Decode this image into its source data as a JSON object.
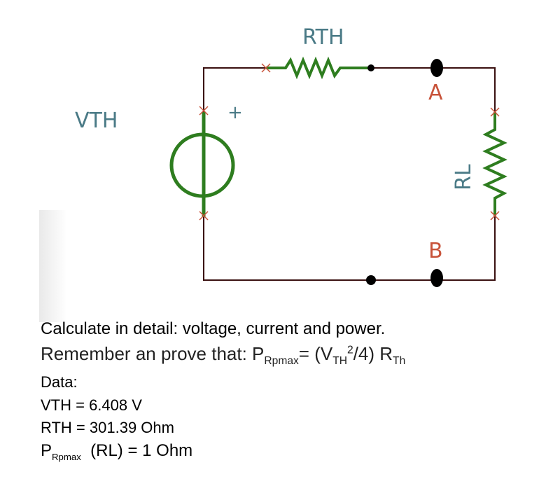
{
  "circuit": {
    "labels": {
      "rth": "RTH",
      "vth": "VTH",
      "plus": "+",
      "a": "A",
      "b": "B",
      "rl": "RL"
    },
    "colors": {
      "wire": "#3a1010",
      "component": "#2e7d1f",
      "label": "#4a7a86",
      "terminal_label": "#c8533a",
      "node": "#000000",
      "pin_mark": "#c8533a"
    }
  },
  "text": {
    "line1": "Calculate in detail: voltage, current and power.",
    "line2_prefix": "Remember an prove that: P",
    "line2_sub1": "Rpmax",
    "line2_mid": "= (V",
    "line2_sub2": "TH",
    "line2_sup": "2",
    "line2_after": "/4) R",
    "line2_sub3": "Th",
    "data_heading": "Data:",
    "vth_line": "VTH = 6.408 V",
    "rth_line": "RTH = 301.39 Ohm",
    "p_prefix": "P",
    "p_sub": "Rpmax",
    "p_suffix": "  (RL) = 1 Ohm"
  }
}
